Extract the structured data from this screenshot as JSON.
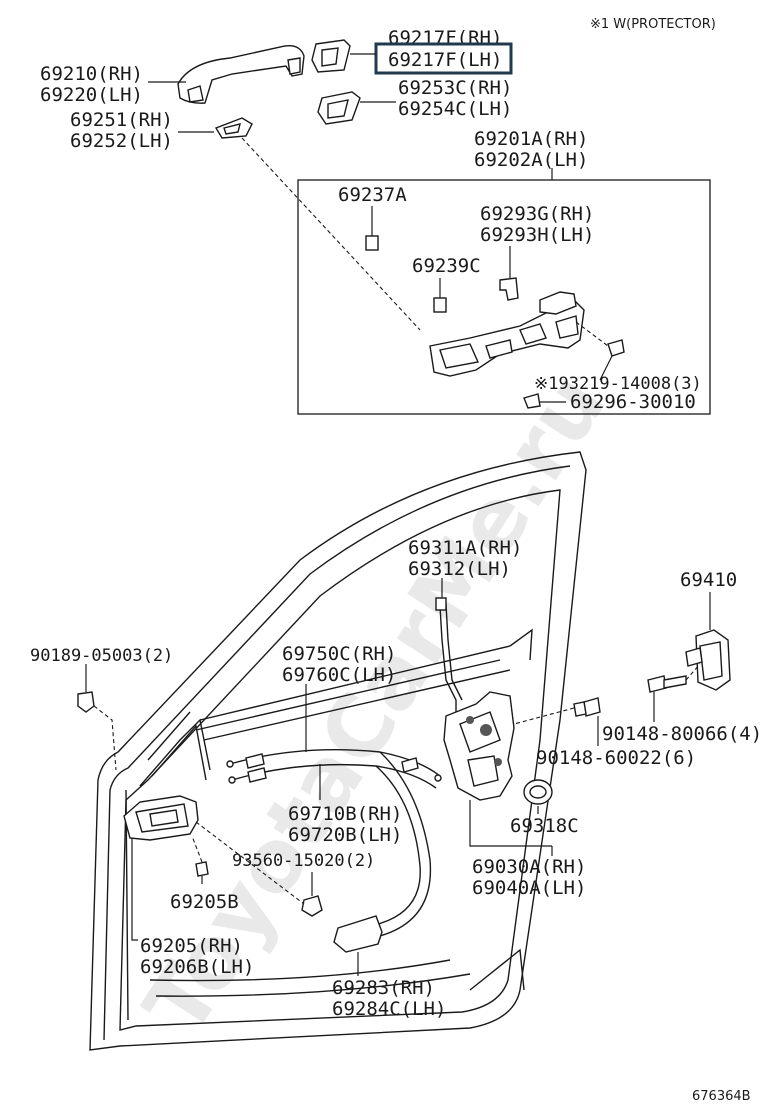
{
  "note": "※1 W(PROTECTOR)",
  "diagram_code": "676364B",
  "watermark": "ToyotaCarMe.ru",
  "highlight_color": "#1f3a4d",
  "labels": {
    "p69217F_rh": "69217F(RH)",
    "p69217F_lh": "69217F(LH)",
    "p69210": "69210(RH)",
    "p69220": "69220(LH)",
    "p69253C": "69253C(RH)",
    "p69254C": "69254C(LH)",
    "p69251": "69251(RH)",
    "p69252": "69252(LH)",
    "p69201A": "69201A(RH)",
    "p69202A": "69202A(LH)",
    "p69237A": "69237A",
    "p69293G": "69293G(RH)",
    "p69293H": "69293H(LH)",
    "p69239C": "69239C",
    "p93219": "※193219-14008(3)",
    "p69296": "69296-30010",
    "p69311A": "69311A(RH)",
    "p69312": "69312(LH)",
    "p69410": "69410",
    "p90189": "90189-05003(2)",
    "p69750C": "69750C(RH)",
    "p69760C": "69760C(LH)",
    "p90148_80066": "90148-80066(4)",
    "p90148_60022": "90148-60022(6)",
    "p69710B": "69710B(RH)",
    "p69720B": "69720B(LH)",
    "p69318C": "69318C",
    "p93560": "93560-15020(2)",
    "p69030A": "69030A(RH)",
    "p69040A": "69040A(LH)",
    "p69205B": "69205B",
    "p69205": "69205(RH)",
    "p69206B": "69206B(LH)",
    "p69283": "69283(RH)",
    "p69284C": "69284C(LH)"
  }
}
